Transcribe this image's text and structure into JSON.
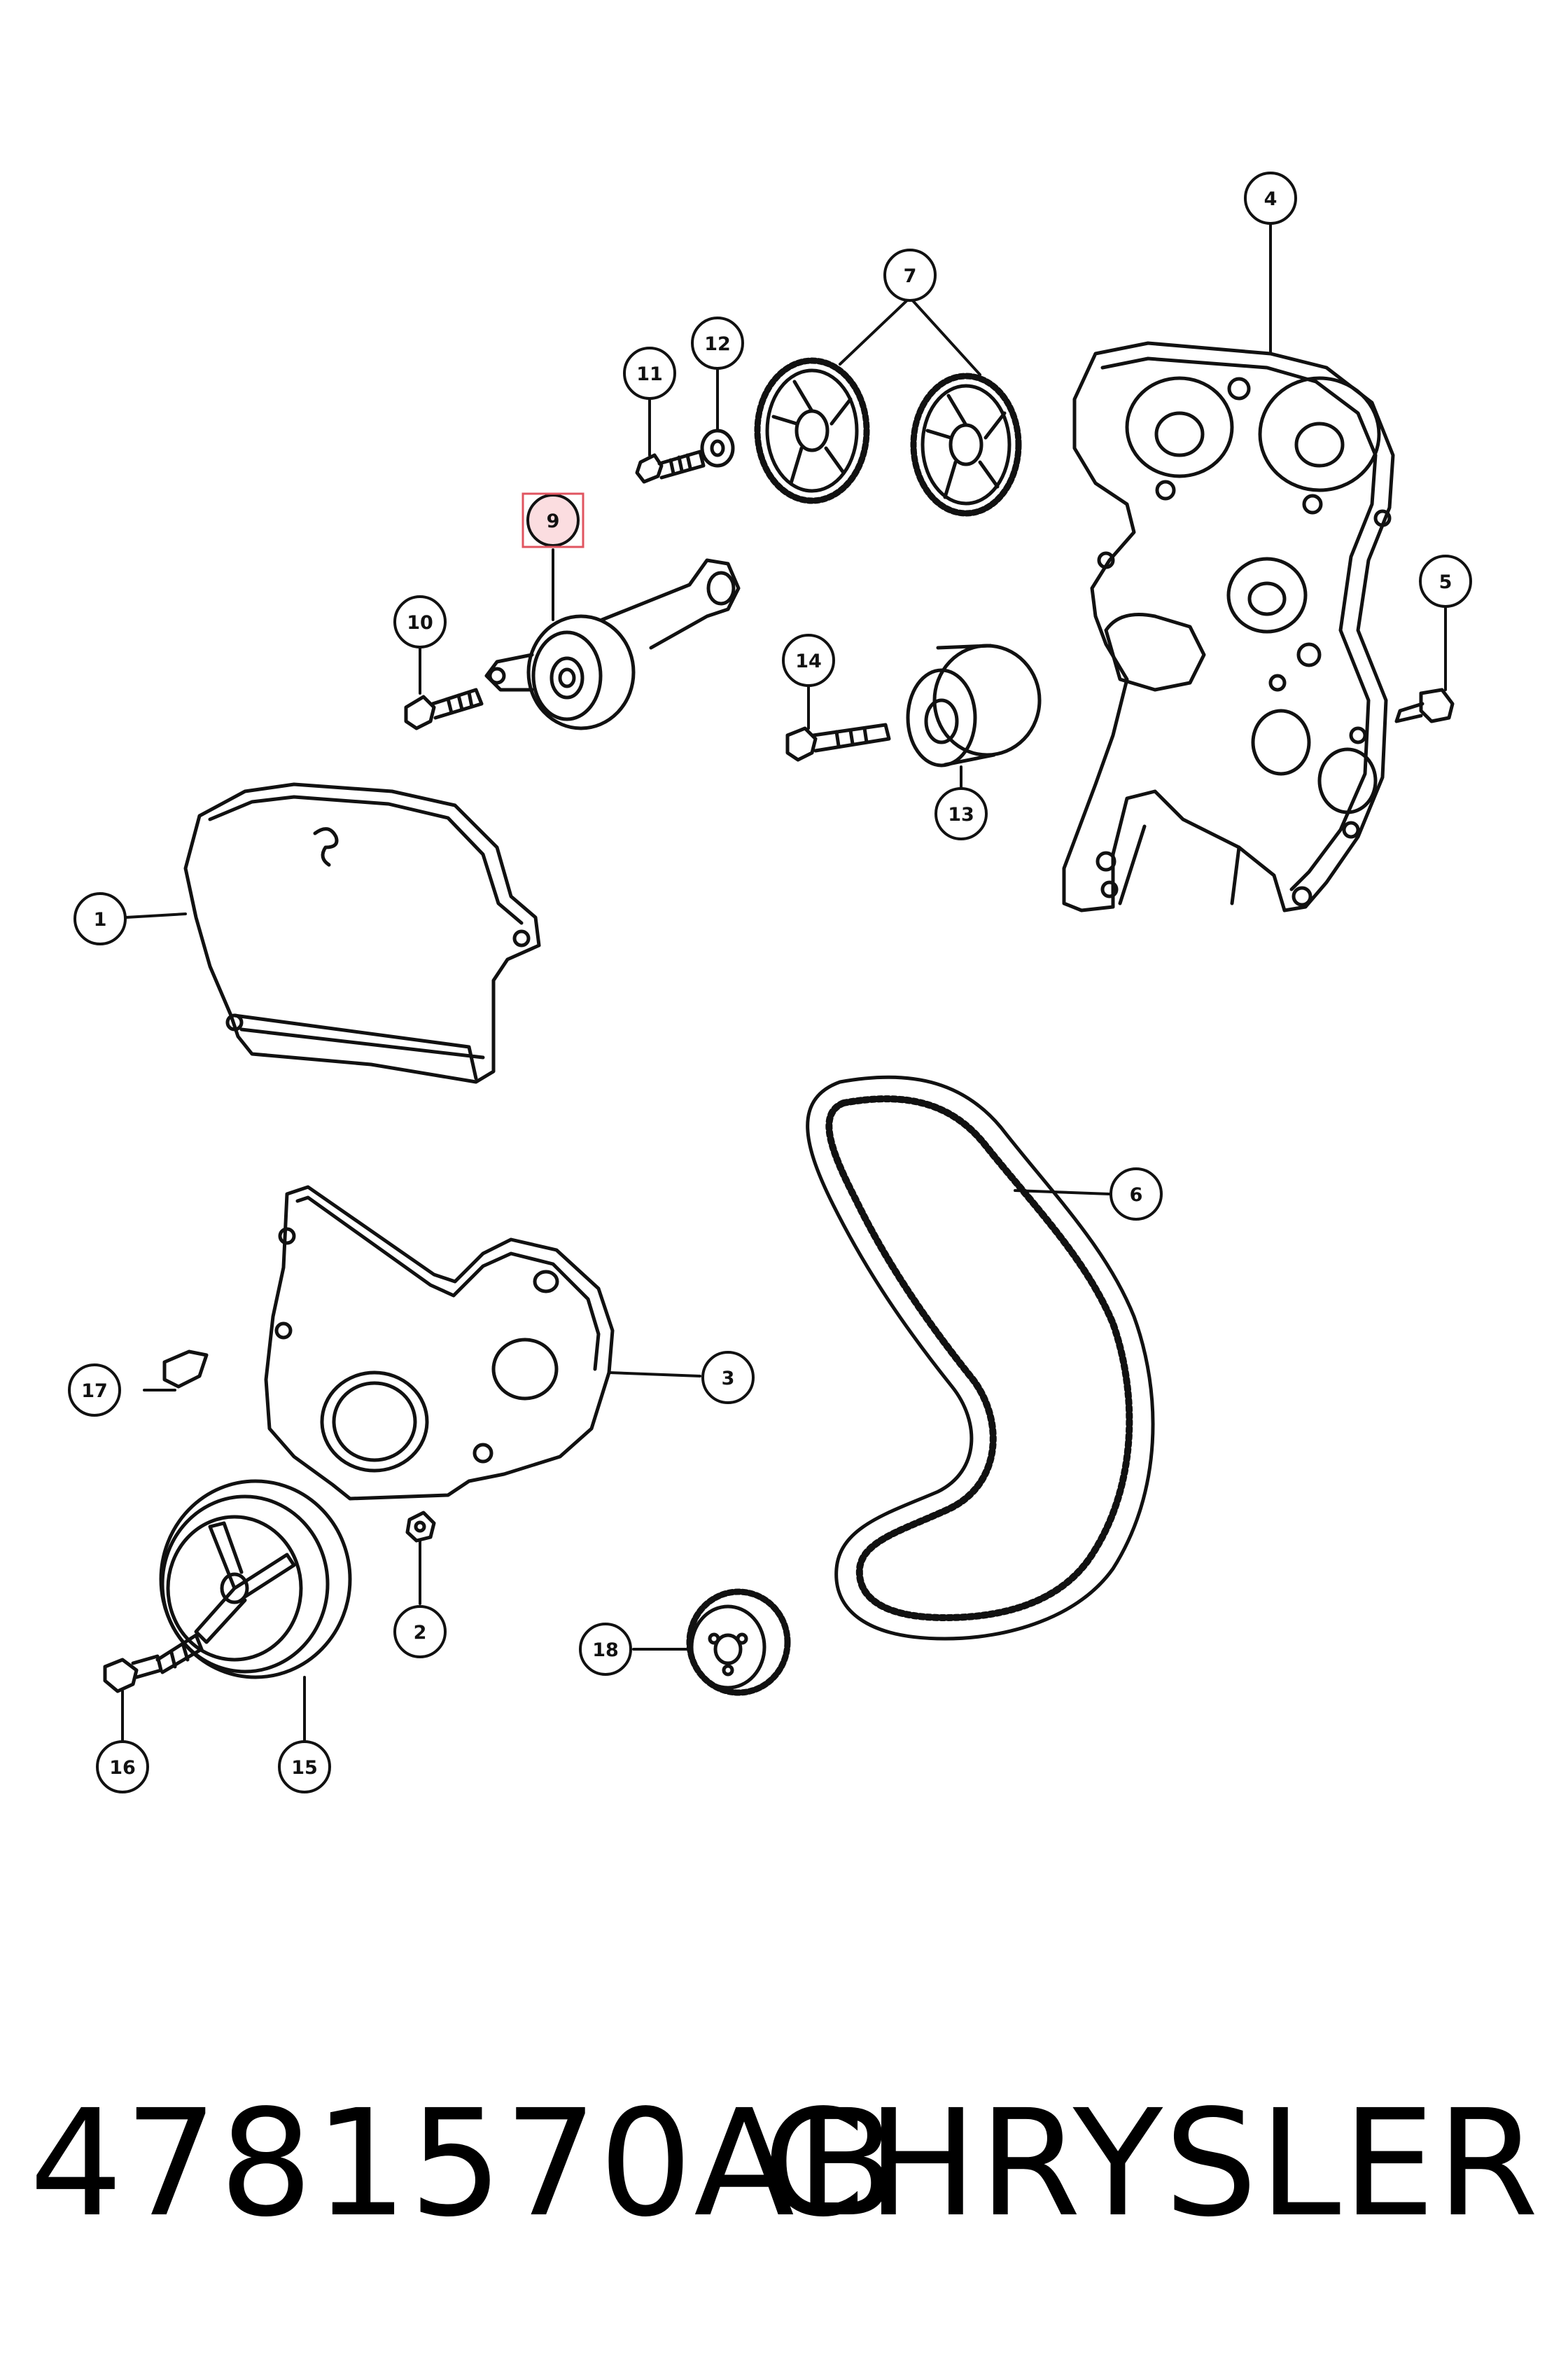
{
  "diagram": {
    "callouts": [
      {
        "id": "1",
        "label": "1"
      },
      {
        "id": "2",
        "label": "2"
      },
      {
        "id": "3",
        "label": "3"
      },
      {
        "id": "4",
        "label": "4"
      },
      {
        "id": "5",
        "label": "5"
      },
      {
        "id": "6",
        "label": "6"
      },
      {
        "id": "7",
        "label": "7"
      },
      {
        "id": "9",
        "label": "9",
        "highlighted": true
      },
      {
        "id": "10",
        "label": "10"
      },
      {
        "id": "11",
        "label": "11"
      },
      {
        "id": "12",
        "label": "12"
      },
      {
        "id": "13",
        "label": "13"
      },
      {
        "id": "14",
        "label": "14"
      },
      {
        "id": "15",
        "label": "15"
      },
      {
        "id": "16",
        "label": "16"
      },
      {
        "id": "17",
        "label": "17"
      },
      {
        "id": "18",
        "label": "18"
      }
    ],
    "highlight_color": "#e05560",
    "line_color": "#111111"
  },
  "footer": {
    "part_number": "4781570AB",
    "brand": "CHRYSLER"
  }
}
